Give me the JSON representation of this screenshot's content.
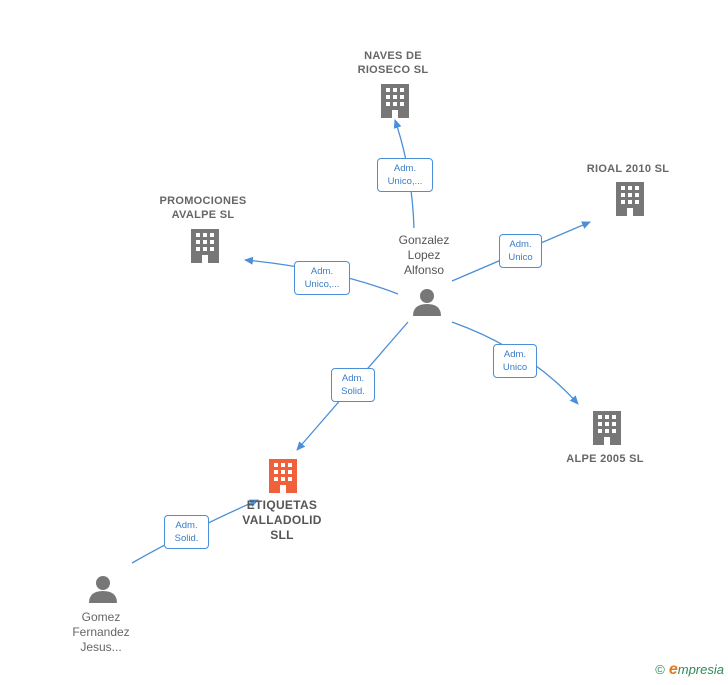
{
  "nodes": {
    "naves": {
      "label": "NAVES DE\nRIOSECO SL",
      "icon": "building-icon",
      "color": "#777777"
    },
    "rioal": {
      "label": "RIOAL 2010 SL",
      "icon": "building-icon",
      "color": "#777777"
    },
    "promociones": {
      "label": "PROMOCIONES\nAVALPE SL",
      "icon": "building-icon",
      "color": "#777777"
    },
    "gonzalez": {
      "label": "Gonzalez\nLopez\nAlfonso",
      "icon": "person-icon",
      "color": "#777777"
    },
    "alpe": {
      "label": "ALPE 2005 SL",
      "icon": "building-icon",
      "color": "#777777"
    },
    "etiquetas": {
      "label": "ETIQUETAS\nVALLADOLID\nSLL",
      "icon": "building-icon",
      "color": "#f0603a"
    },
    "gomez": {
      "label": "Gomez\nFernandez\nJesus...",
      "icon": "person-icon",
      "color": "#777777"
    }
  },
  "edges": {
    "to_naves": {
      "label": "Adm.\nUnico,..."
    },
    "to_rioal": {
      "label": "Adm.\nUnico"
    },
    "to_promociones": {
      "label": "Adm.\nUnico,..."
    },
    "to_alpe": {
      "label": "Adm.\nUnico"
    },
    "to_etiquetas": {
      "label": "Adm.\nSolid."
    },
    "gomez_etiquetas": {
      "label": "Adm.\nSolid."
    }
  },
  "colors": {
    "edge": "#4a8fd8",
    "node": "#777777",
    "highlight": "#f0603a"
  },
  "footer": {
    "copyright": "©",
    "brand_initial": "e",
    "brand_rest": "mpresia"
  }
}
